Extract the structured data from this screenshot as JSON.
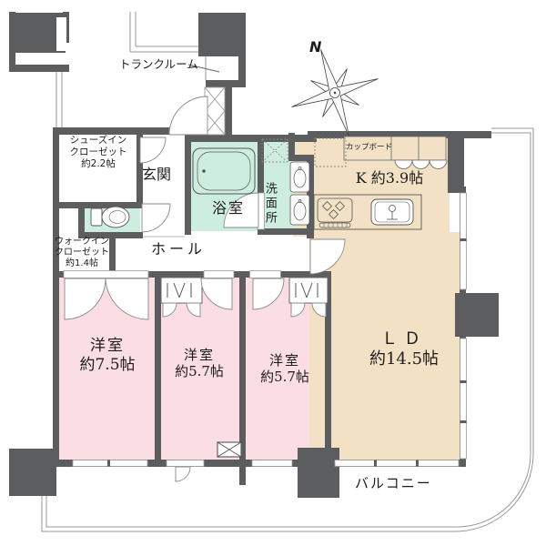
{
  "floorplan": {
    "title": "apartment-floor-plan",
    "labels": {
      "trunk_room": "トランクルーム",
      "shoes_in_closet": [
        "シューズイン",
        "クローゼット",
        "約2.2帖"
      ],
      "entrance": "玄関",
      "bathroom": "浴室",
      "washroom": "洗面所",
      "cupboard": "カップボード",
      "kitchen": "K 約3.9帖",
      "hall": "ホール",
      "walk_in_closet": [
        "ウォークイン",
        "クローゼット",
        "約1.4帖"
      ],
      "living_dining": [
        "ＬＤ",
        "約14.5帖"
      ],
      "bedroom1": [
        "洋室",
        "約7.5帖"
      ],
      "bedroom2": [
        "洋室",
        "約5.7帖"
      ],
      "bedroom3": [
        "洋室",
        "約5.7帖"
      ],
      "balcony": "バルコニー",
      "compass_north": "N"
    },
    "areas": {
      "shoes_in_closet_jo": "約2.2帖",
      "walk_in_closet_jo": "約1.4帖",
      "kitchen_jo": "約3.9帖",
      "living_dining_jo": "約14.5帖",
      "bedroom1_jo": "約7.5帖",
      "bedroom2_jo": "約5.7帖",
      "bedroom3_jo": "約5.7帖"
    },
    "icons": [
      "compass-icon",
      "bathtub-icon",
      "toilet-icon",
      "washbasin-icon",
      "kitchen-sink-icon",
      "stove-icon",
      "washer-space-icon",
      "door-swing-icon",
      "closet-hanger-icon",
      "shaft-x-icon"
    ],
    "colors": {
      "wall": "#5c5d5f",
      "bedroom_pink": "#fadee4",
      "living_beige": "#f2e1c4",
      "wet_mint": "#cdeede",
      "thin_line": "#999999"
    }
  }
}
